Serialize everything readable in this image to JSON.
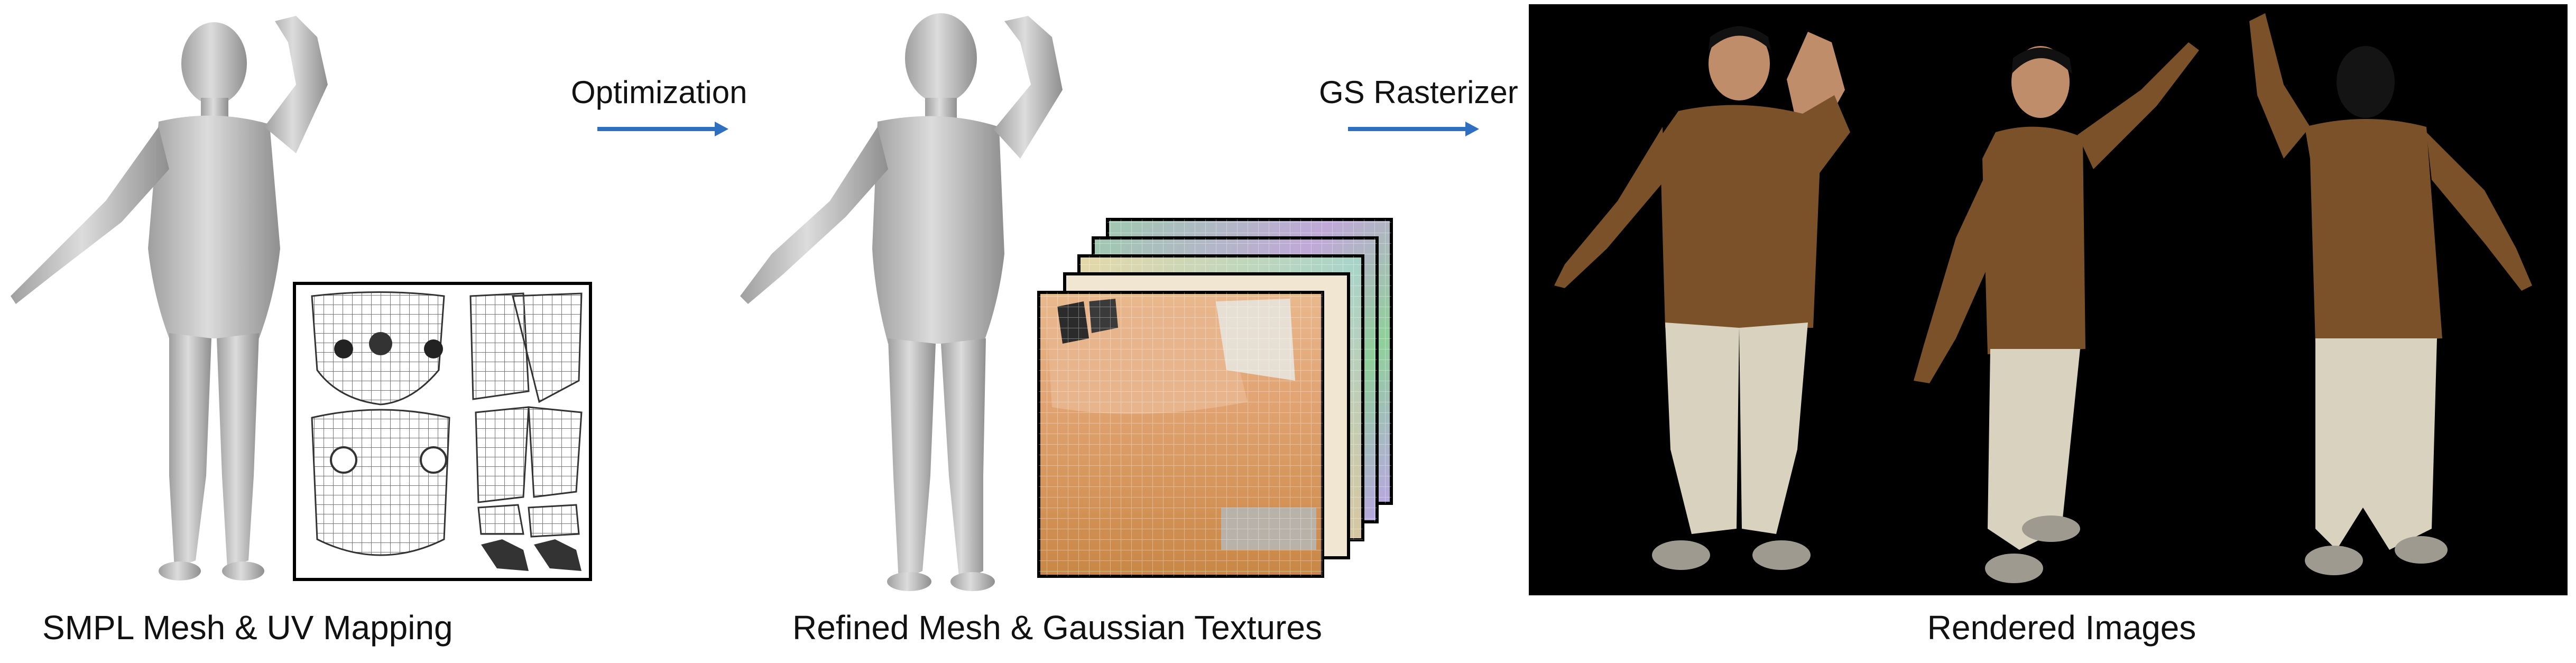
{
  "pipeline": {
    "arrow1_label": "Optimization",
    "arrow2_label": "GS Rasterizer",
    "arrow_color": "#2e6fc1",
    "captions": {
      "input": "SMPL Mesh & UV Mapping",
      "refined": "Refined Mesh & Gaussian Textures",
      "rendered": "Rendered Images"
    }
  },
  "colors": {
    "mesh_gray": "#c9c9c9",
    "render_background": "#000000",
    "sweater": "#7a5128",
    "pants": "#d8d2bf"
  },
  "icons": [
    "smpl-mesh-figure",
    "uv-map-grid",
    "refined-mesh-figure",
    "gaussian-texture-stack",
    "rendered-person"
  ]
}
